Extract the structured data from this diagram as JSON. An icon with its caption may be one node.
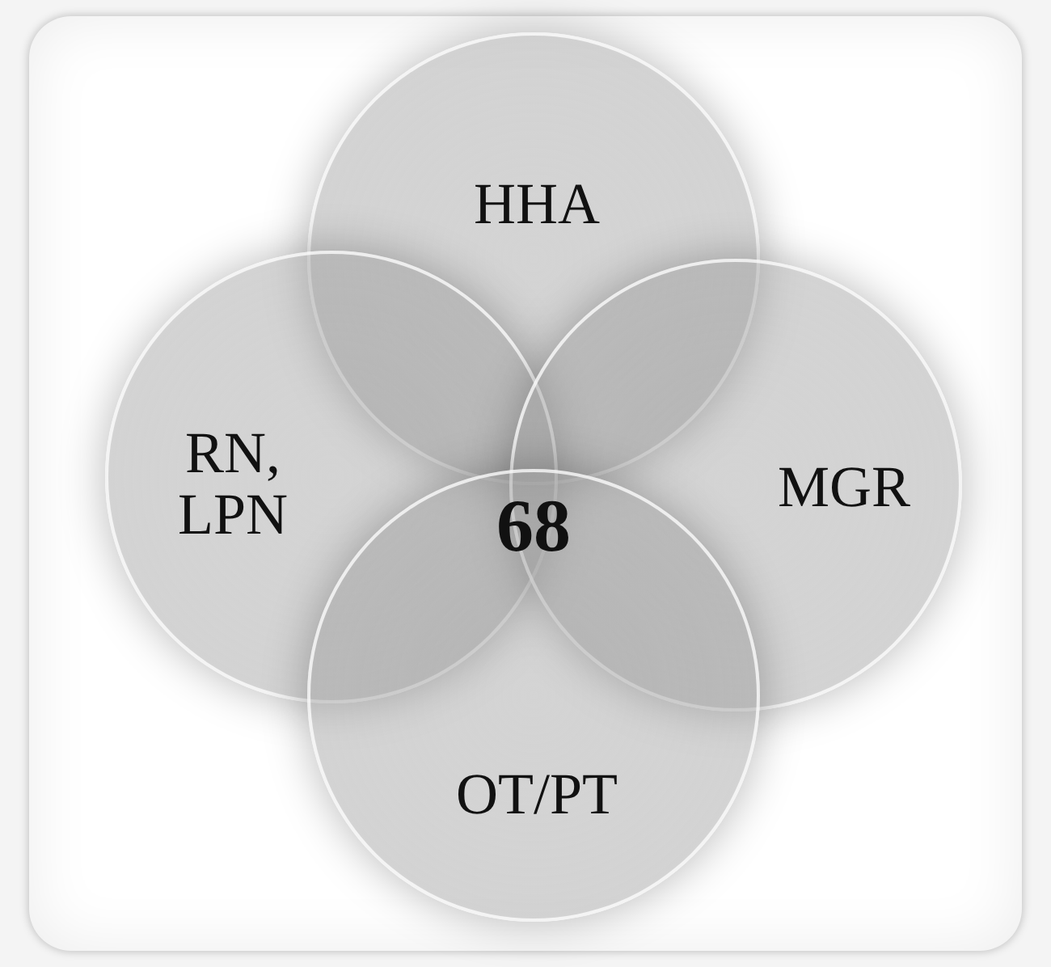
{
  "diagram": {
    "nodes": [
      {
        "text": [
          "HHA"
        ]
      },
      {
        "text": [
          "RN, LPN"
        ]
      },
      {
        "text": [
          "MGR"
        ]
      },
      {
        "text": [
          "OT/PT"
        ]
      }
    ],
    "labels": [
      "68"
    ]
  }
}
